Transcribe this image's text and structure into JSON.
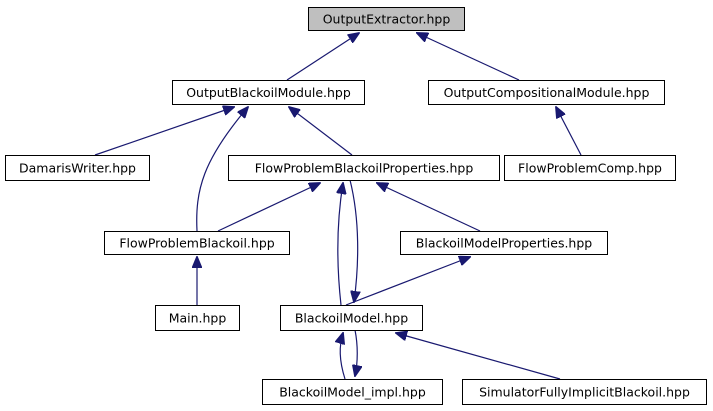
{
  "diagram": {
    "type": "include-dependency-graph",
    "colors": {
      "root_fill": "#bfbfbf",
      "node_fill": "#ffffff",
      "border": "#000000",
      "edge": "#191970"
    },
    "nodes": [
      {
        "id": "output-extractor",
        "label": "OutputExtractor.hpp",
        "root": true
      },
      {
        "id": "output-blackoil-module",
        "label": "OutputBlackoilModule.hpp"
      },
      {
        "id": "output-compositional-module",
        "label": "OutputCompositionalModule.hpp"
      },
      {
        "id": "damaris-writer",
        "label": "DamarisWriter.hpp"
      },
      {
        "id": "flow-problem-blackoil-properties",
        "label": "FlowProblemBlackoilProperties.hpp"
      },
      {
        "id": "flow-problem-comp",
        "label": "FlowProblemComp.hpp"
      },
      {
        "id": "flow-problem-blackoil",
        "label": "FlowProblemBlackoil.hpp"
      },
      {
        "id": "blackoil-model-properties",
        "label": "BlackoilModelProperties.hpp"
      },
      {
        "id": "main",
        "label": "Main.hpp"
      },
      {
        "id": "blackoil-model",
        "label": "BlackoilModel.hpp"
      },
      {
        "id": "blackoil-model-impl",
        "label": "BlackoilModel_impl.hpp"
      },
      {
        "id": "simulator-fully-implicit-blackoil",
        "label": "SimulatorFullyImplicitBlackoil.hpp"
      }
    ],
    "edges": [
      {
        "from": "output-blackoil-module",
        "to": "output-extractor"
      },
      {
        "from": "output-compositional-module",
        "to": "output-extractor"
      },
      {
        "from": "damaris-writer",
        "to": "output-blackoil-module"
      },
      {
        "from": "flow-problem-blackoil-properties",
        "to": "output-blackoil-module"
      },
      {
        "from": "flow-problem-blackoil",
        "to": "output-blackoil-module"
      },
      {
        "from": "flow-problem-comp",
        "to": "output-compositional-module"
      },
      {
        "from": "flow-problem-blackoil",
        "to": "flow-problem-blackoil-properties"
      },
      {
        "from": "blackoil-model-properties",
        "to": "flow-problem-blackoil-properties"
      },
      {
        "from": "blackoil-model",
        "to": "flow-problem-blackoil-properties"
      },
      {
        "from": "flow-problem-blackoil-properties",
        "to": "blackoil-model"
      },
      {
        "from": "main",
        "to": "flow-problem-blackoil"
      },
      {
        "from": "blackoil-model",
        "to": "blackoil-model-properties"
      },
      {
        "from": "blackoil-model-impl",
        "to": "blackoil-model"
      },
      {
        "from": "blackoil-model",
        "to": "blackoil-model-impl"
      },
      {
        "from": "simulator-fully-implicit-blackoil",
        "to": "blackoil-model"
      }
    ]
  }
}
